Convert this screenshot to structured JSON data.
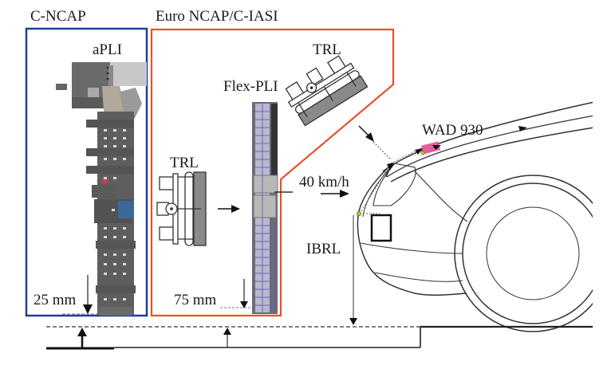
{
  "figure": {
    "regions": {
      "cncap": {
        "title": "C-NCAP",
        "impactor": "aPLI",
        "height_label": "25 mm",
        "border_color": "#1f3f9a"
      },
      "euro": {
        "title": "Euro NCAP/C-IASI",
        "impactor": "Flex-PLI",
        "height_label": "75 mm",
        "border_color": "#e8502e"
      }
    },
    "impactors": {
      "trl_side": "TRL",
      "trl_tilted": "TRL"
    },
    "vehicle": {
      "speed_label": "40 km/h",
      "wad_label": "WAD 930",
      "ibrl_label": "IBRL"
    },
    "colors": {
      "line": "#1a1a1a",
      "impactor_gray": "#7a7a7a",
      "dark_gray": "#555555",
      "pink_marker": "#e0609a",
      "yellow_dot": "#c8c820",
      "blue_part": "#3a6a9a",
      "flex_blue": "#8a8ab8"
    }
  }
}
